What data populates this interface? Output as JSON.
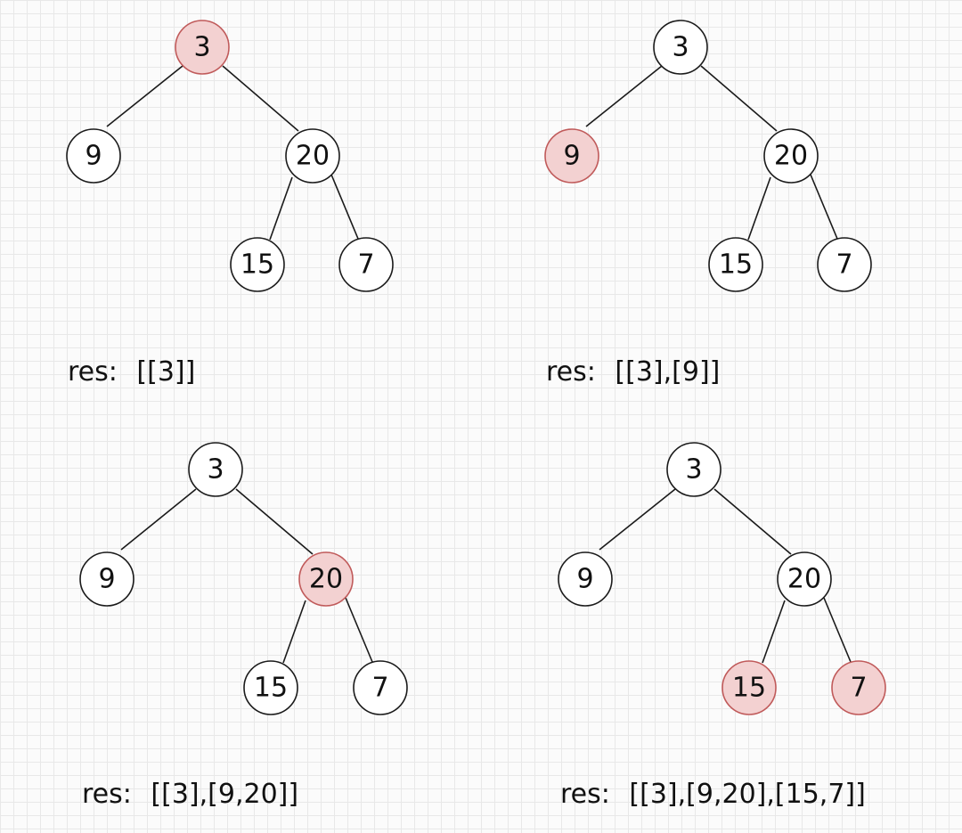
{
  "colors": {
    "node_fill": "#ffffff",
    "highlight_fill": "#f3d1d1",
    "highlight_stroke": "#c05a5a",
    "stroke": "#1a1a1a",
    "grid": "#e8e8e8"
  },
  "panels": [
    {
      "tree": {
        "nodes": [
          {
            "id": "n3",
            "label": "3",
            "highlighted": true
          },
          {
            "id": "n9",
            "label": "9",
            "highlighted": false
          },
          {
            "id": "n20",
            "label": "20",
            "highlighted": false
          },
          {
            "id": "n15",
            "label": "15",
            "highlighted": false
          },
          {
            "id": "n7",
            "label": "7",
            "highlighted": false
          }
        ],
        "edges": [
          [
            "n3",
            "n9"
          ],
          [
            "n3",
            "n20"
          ],
          [
            "n20",
            "n15"
          ],
          [
            "n20",
            "n7"
          ]
        ]
      },
      "res_label": "res:",
      "res_value": "[[3]]"
    },
    {
      "tree": {
        "nodes": [
          {
            "id": "n3",
            "label": "3",
            "highlighted": false
          },
          {
            "id": "n9",
            "label": "9",
            "highlighted": true
          },
          {
            "id": "n20",
            "label": "20",
            "highlighted": false
          },
          {
            "id": "n15",
            "label": "15",
            "highlighted": false
          },
          {
            "id": "n7",
            "label": "7",
            "highlighted": false
          }
        ],
        "edges": [
          [
            "n3",
            "n9"
          ],
          [
            "n3",
            "n20"
          ],
          [
            "n20",
            "n15"
          ],
          [
            "n20",
            "n7"
          ]
        ]
      },
      "res_label": "res:",
      "res_value": "[[3],[9]]"
    },
    {
      "tree": {
        "nodes": [
          {
            "id": "n3",
            "label": "3",
            "highlighted": false
          },
          {
            "id": "n9",
            "label": "9",
            "highlighted": false
          },
          {
            "id": "n20",
            "label": "20",
            "highlighted": true
          },
          {
            "id": "n15",
            "label": "15",
            "highlighted": false
          },
          {
            "id": "n7",
            "label": "7",
            "highlighted": false
          }
        ],
        "edges": [
          [
            "n3",
            "n9"
          ],
          [
            "n3",
            "n20"
          ],
          [
            "n20",
            "n15"
          ],
          [
            "n20",
            "n7"
          ]
        ]
      },
      "res_label": "res:",
      "res_value": "[[3],[9,20]]"
    },
    {
      "tree": {
        "nodes": [
          {
            "id": "n3",
            "label": "3",
            "highlighted": false
          },
          {
            "id": "n9",
            "label": "9",
            "highlighted": false
          },
          {
            "id": "n20",
            "label": "20",
            "highlighted": false
          },
          {
            "id": "n15",
            "label": "15",
            "highlighted": true
          },
          {
            "id": "n7",
            "label": "7",
            "highlighted": true
          }
        ],
        "edges": [
          [
            "n3",
            "n9"
          ],
          [
            "n3",
            "n20"
          ],
          [
            "n20",
            "n15"
          ],
          [
            "n20",
            "n7"
          ]
        ]
      },
      "res_label": "res:",
      "res_value": "[[3],[9,20],[15,7]]"
    }
  ]
}
